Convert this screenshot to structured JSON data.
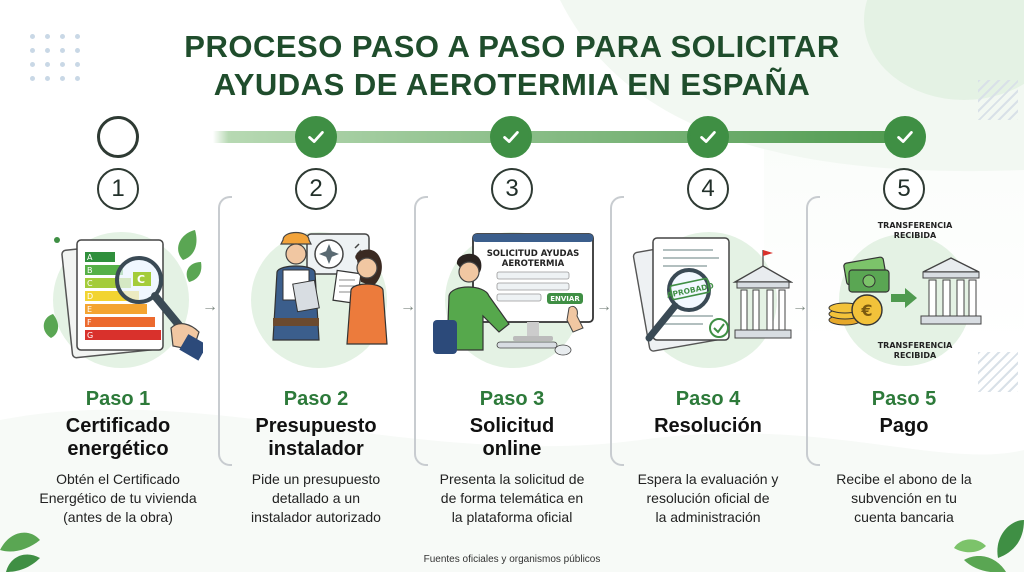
{
  "title": {
    "line1": "PROCESO PASO A PASO PARA SOLICITAR",
    "line2": "AYUDAS DE AEROTERMIA EN ESPAÑA"
  },
  "steps": [
    {
      "number": "1",
      "paso": "Paso 1",
      "title_line1": "Certificado",
      "title_line2": "energético",
      "desc_line1": "Obtén el Certificado",
      "desc_line2": "Energético de tu vivienda",
      "desc_line3": "(antes de la obra)",
      "energy_labels": [
        "A",
        "B",
        "C",
        "D",
        "E",
        "F",
        "G"
      ],
      "magnifier_label": "C",
      "status": "pending"
    },
    {
      "number": "2",
      "paso": "Paso 2",
      "title_line1": "Presupuesto",
      "title_line2": "instalador",
      "desc_line1": "Pide un presupuesto",
      "desc_line2": "detallado a un",
      "desc_line3": "instalador autorizado",
      "status": "done"
    },
    {
      "number": "3",
      "paso": "Paso 3",
      "title_line1": "Solicitud",
      "title_line2": "online",
      "desc_line1": "Presenta la solicitud de",
      "desc_line2": "de forma telemática en",
      "desc_line3": "la plataforma oficial",
      "screen_line1": "SOLICITUD AYUDAS",
      "screen_line2": "AEROTERMIA",
      "screen_button": "ENVIAR",
      "status": "done"
    },
    {
      "number": "4",
      "paso": "Paso 4",
      "title_line1": "Resolución",
      "title_line2": "",
      "desc_line1": "Espera la evaluación y",
      "desc_line2": "resolución oficial de",
      "desc_line3": "la administración",
      "stamp": "APROBADO",
      "status": "done"
    },
    {
      "number": "5",
      "paso": "Paso 5",
      "title_line1": "Pago",
      "title_line2": "",
      "desc_line1": "Recibe el abono de la",
      "desc_line2": "subvención en tu",
      "desc_line3": "cuenta bancaria",
      "transfer_top_line1": "TRANSFERENCIA",
      "transfer_top_line2": "RECIBIDA",
      "transfer_bottom_line1": "TRANSFERENCIA",
      "transfer_bottom_line2": "RECIBIDA",
      "coin_symbol": "€",
      "status": "done"
    }
  ],
  "footer": "Fuentes oficiales y organismos públicos",
  "colors": {
    "title": "#1f4d2c",
    "accent": "#3f8f44",
    "paso": "#2d7a3a",
    "circle_bg": "#e4f2e4"
  }
}
